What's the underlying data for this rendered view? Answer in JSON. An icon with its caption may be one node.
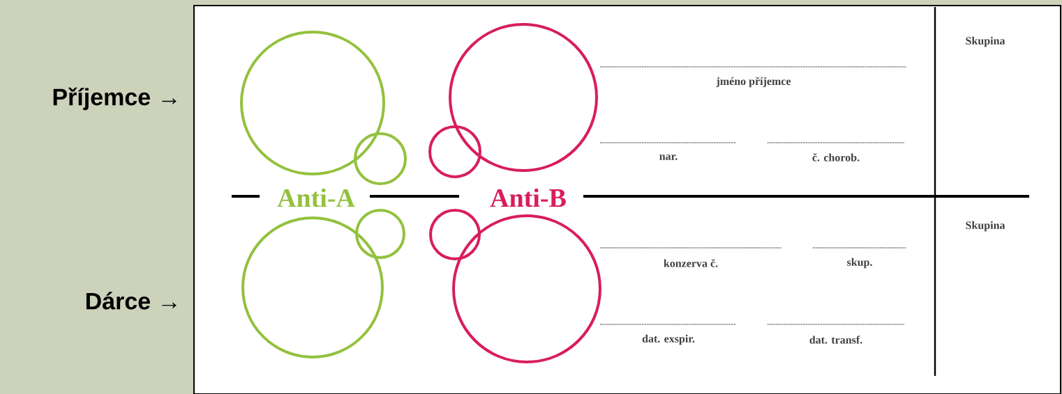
{
  "diagram": {
    "labels": [
      "Příjemce →",
      "Dárce →",
      "Anti-A",
      "Anti-B",
      "jméno příjemce",
      "nar.",
      "č. chorob.",
      "Skupina",
      "konzerva č.",
      "skup.",
      "dat. exspir.",
      "dat. transf.",
      "Skupina"
    ]
  }
}
